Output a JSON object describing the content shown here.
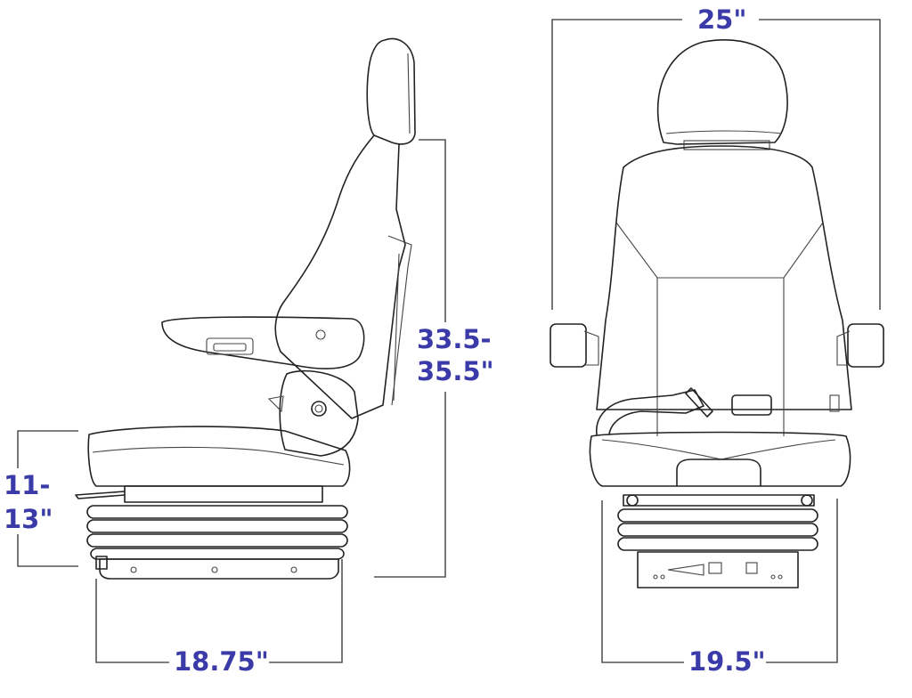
{
  "dimensions": {
    "overall_width": "25\"",
    "overall_height_line1": "33.5-",
    "overall_height_line2": "35.5\"",
    "seat_height_line1": "11-",
    "seat_height_line2": "13\"",
    "side_depth": "18.75\"",
    "front_base_width": "19.5\""
  },
  "colors": {
    "dimension_text": "#3a3aa8",
    "line": "#222222"
  }
}
